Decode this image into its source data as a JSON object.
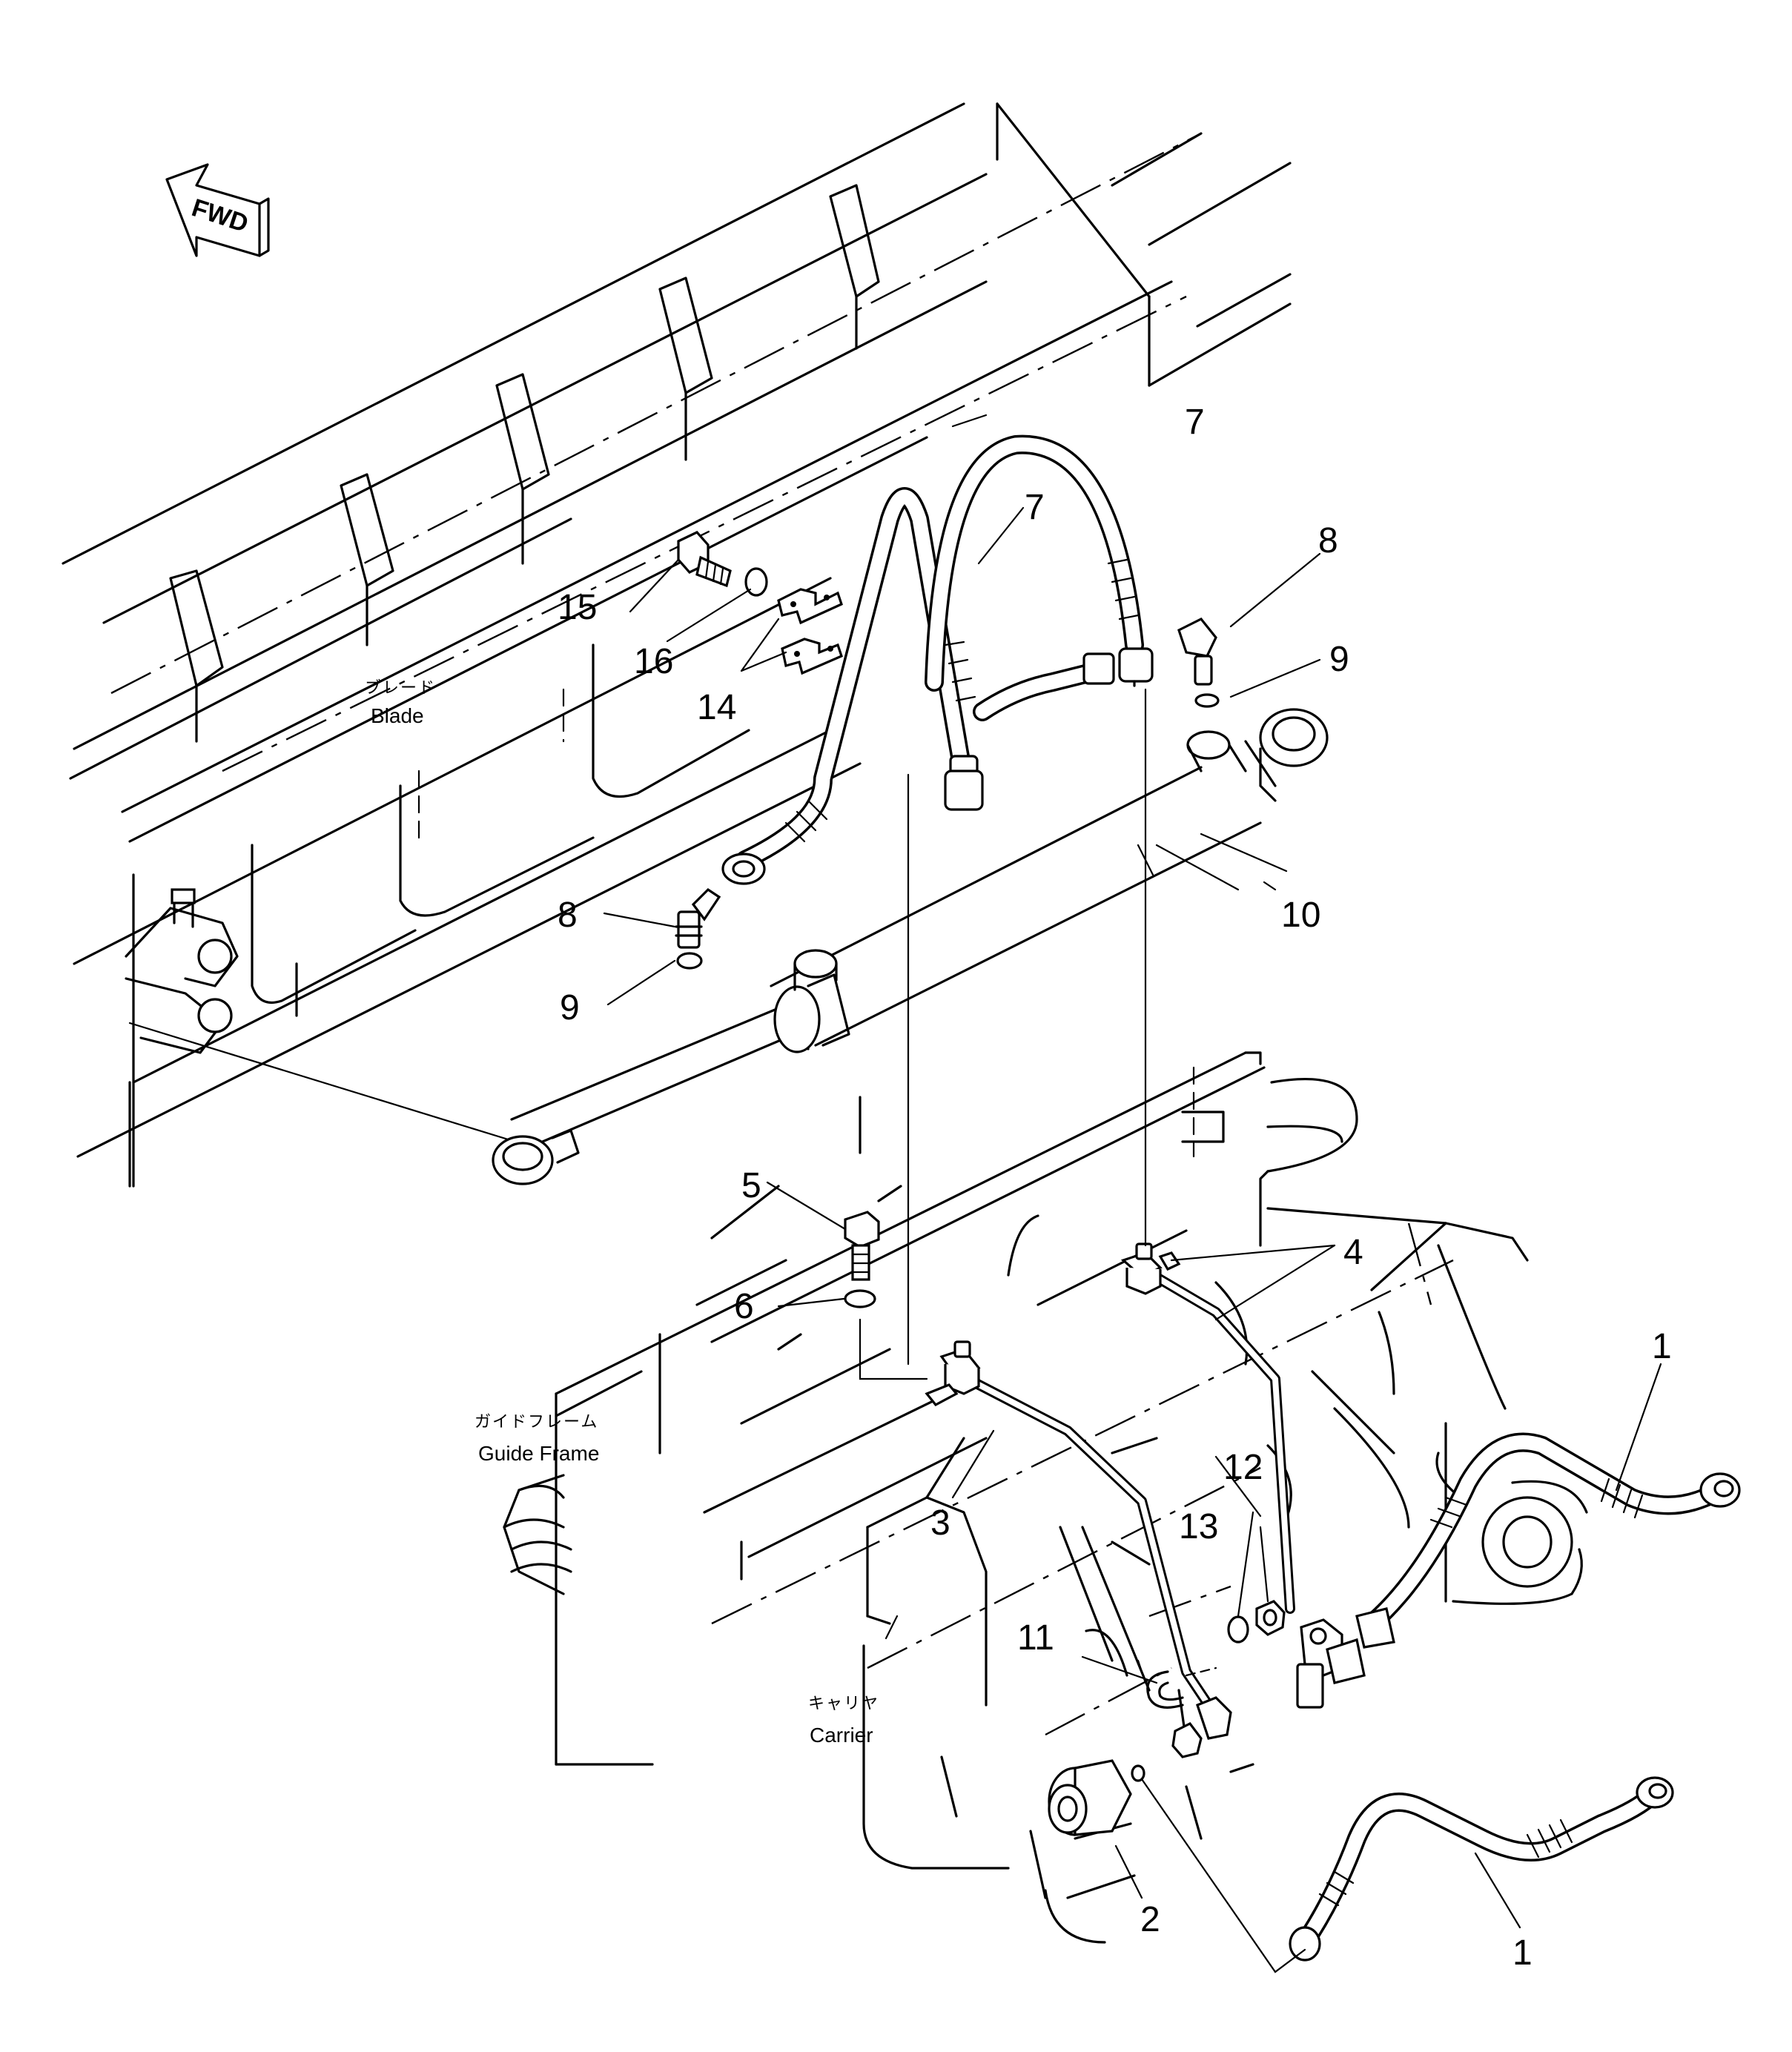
{
  "direction_marker": {
    "text": "FWD"
  },
  "components": {
    "blade": {
      "label_jp": "ブレード",
      "label_en": "Blade"
    },
    "guide_frame": {
      "label_jp": "ガイドフレーム",
      "label_en": "Guide Frame"
    },
    "carrier": {
      "label_jp": "キャリヤ",
      "label_en": "Carrier"
    }
  },
  "callouts": [
    {
      "id": "c1a",
      "text": "1"
    },
    {
      "id": "c1b",
      "text": "1"
    },
    {
      "id": "c2",
      "text": "2"
    },
    {
      "id": "c3",
      "text": "3"
    },
    {
      "id": "c4",
      "text": "4"
    },
    {
      "id": "c5",
      "text": "5"
    },
    {
      "id": "c6",
      "text": "6"
    },
    {
      "id": "c7a",
      "text": "7"
    },
    {
      "id": "c7b",
      "text": "7"
    },
    {
      "id": "c8a",
      "text": "8"
    },
    {
      "id": "c8b",
      "text": "8"
    },
    {
      "id": "c9a",
      "text": "9"
    },
    {
      "id": "c9b",
      "text": "9"
    },
    {
      "id": "c10",
      "text": "10"
    },
    {
      "id": "c11",
      "text": "11"
    },
    {
      "id": "c12",
      "text": "12"
    },
    {
      "id": "c13",
      "text": "13"
    },
    {
      "id": "c14",
      "text": "14"
    },
    {
      "id": "c15",
      "text": "15"
    },
    {
      "id": "c16",
      "text": "16"
    }
  ]
}
